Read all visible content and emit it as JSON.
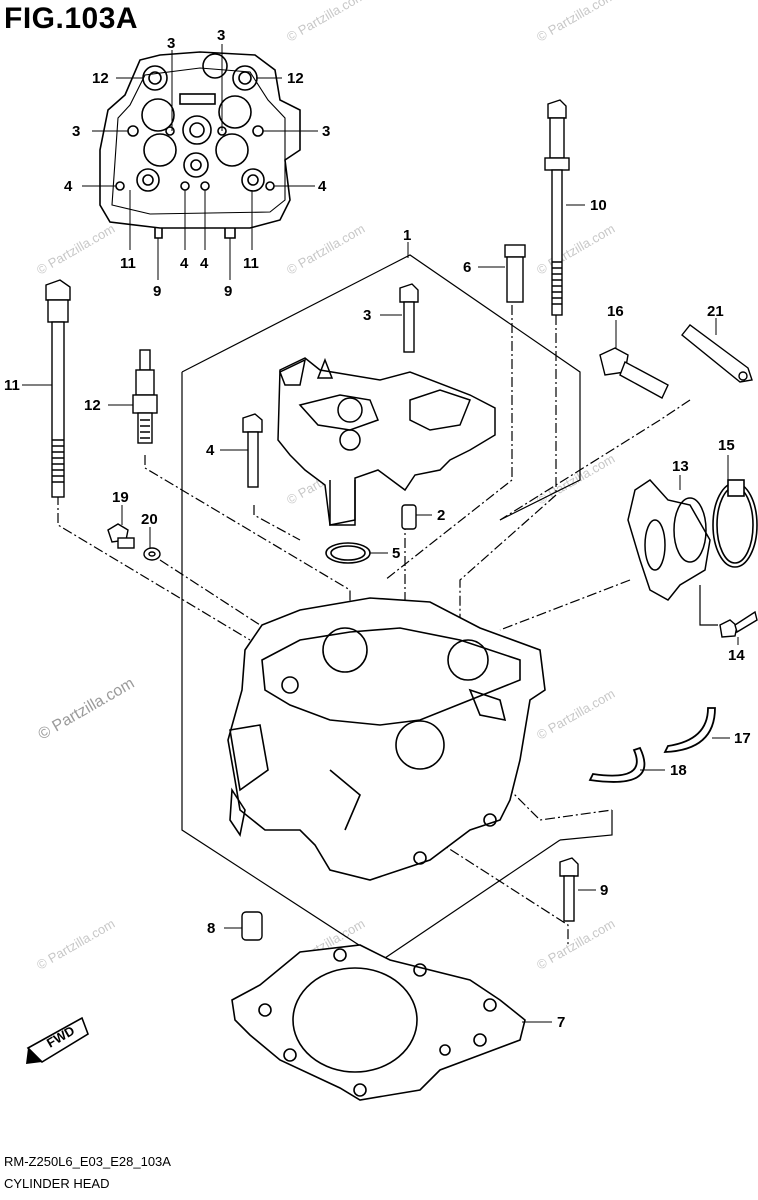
{
  "figure": {
    "title": "FIG.103A",
    "code": "RM-Z250L6_E03_E28_103A",
    "name": "CYLINDER HEAD",
    "fwd_label": "FWD"
  },
  "watermark": {
    "text": "© Partzilla.com"
  },
  "callouts": [
    {
      "id": "c-top-3a",
      "text": "3"
    },
    {
      "id": "c-top-3b",
      "text": "3"
    },
    {
      "id": "c-top-12a",
      "text": "12"
    },
    {
      "id": "c-top-12b",
      "text": "12"
    },
    {
      "id": "c-top-3c",
      "text": "3"
    },
    {
      "id": "c-top-3d",
      "text": "3"
    },
    {
      "id": "c-top-4a",
      "text": "4"
    },
    {
      "id": "c-top-4b",
      "text": "4"
    },
    {
      "id": "c-top-11a",
      "text": "11"
    },
    {
      "id": "c-top-4c",
      "text": "4"
    },
    {
      "id": "c-top-4d",
      "text": "4"
    },
    {
      "id": "c-top-11b",
      "text": "11"
    },
    {
      "id": "c-top-9a",
      "text": "9"
    },
    {
      "id": "c-top-9b",
      "text": "9"
    },
    {
      "id": "c-1",
      "text": "1"
    },
    {
      "id": "c-6",
      "text": "6"
    },
    {
      "id": "c-10",
      "text": "10"
    },
    {
      "id": "c-3",
      "text": "3"
    },
    {
      "id": "c-16",
      "text": "16"
    },
    {
      "id": "c-21",
      "text": "21"
    },
    {
      "id": "c-11",
      "text": "11"
    },
    {
      "id": "c-12",
      "text": "12"
    },
    {
      "id": "c-4",
      "text": "4"
    },
    {
      "id": "c-15",
      "text": "15"
    },
    {
      "id": "c-13",
      "text": "13"
    },
    {
      "id": "c-19",
      "text": "19"
    },
    {
      "id": "c-20",
      "text": "20"
    },
    {
      "id": "c-2",
      "text": "2"
    },
    {
      "id": "c-5",
      "text": "5"
    },
    {
      "id": "c-14",
      "text": "14"
    },
    {
      "id": "c-17",
      "text": "17"
    },
    {
      "id": "c-18",
      "text": "18"
    },
    {
      "id": "c-9",
      "text": "9"
    },
    {
      "id": "c-8",
      "text": "8"
    },
    {
      "id": "c-7",
      "text": "7"
    }
  ]
}
